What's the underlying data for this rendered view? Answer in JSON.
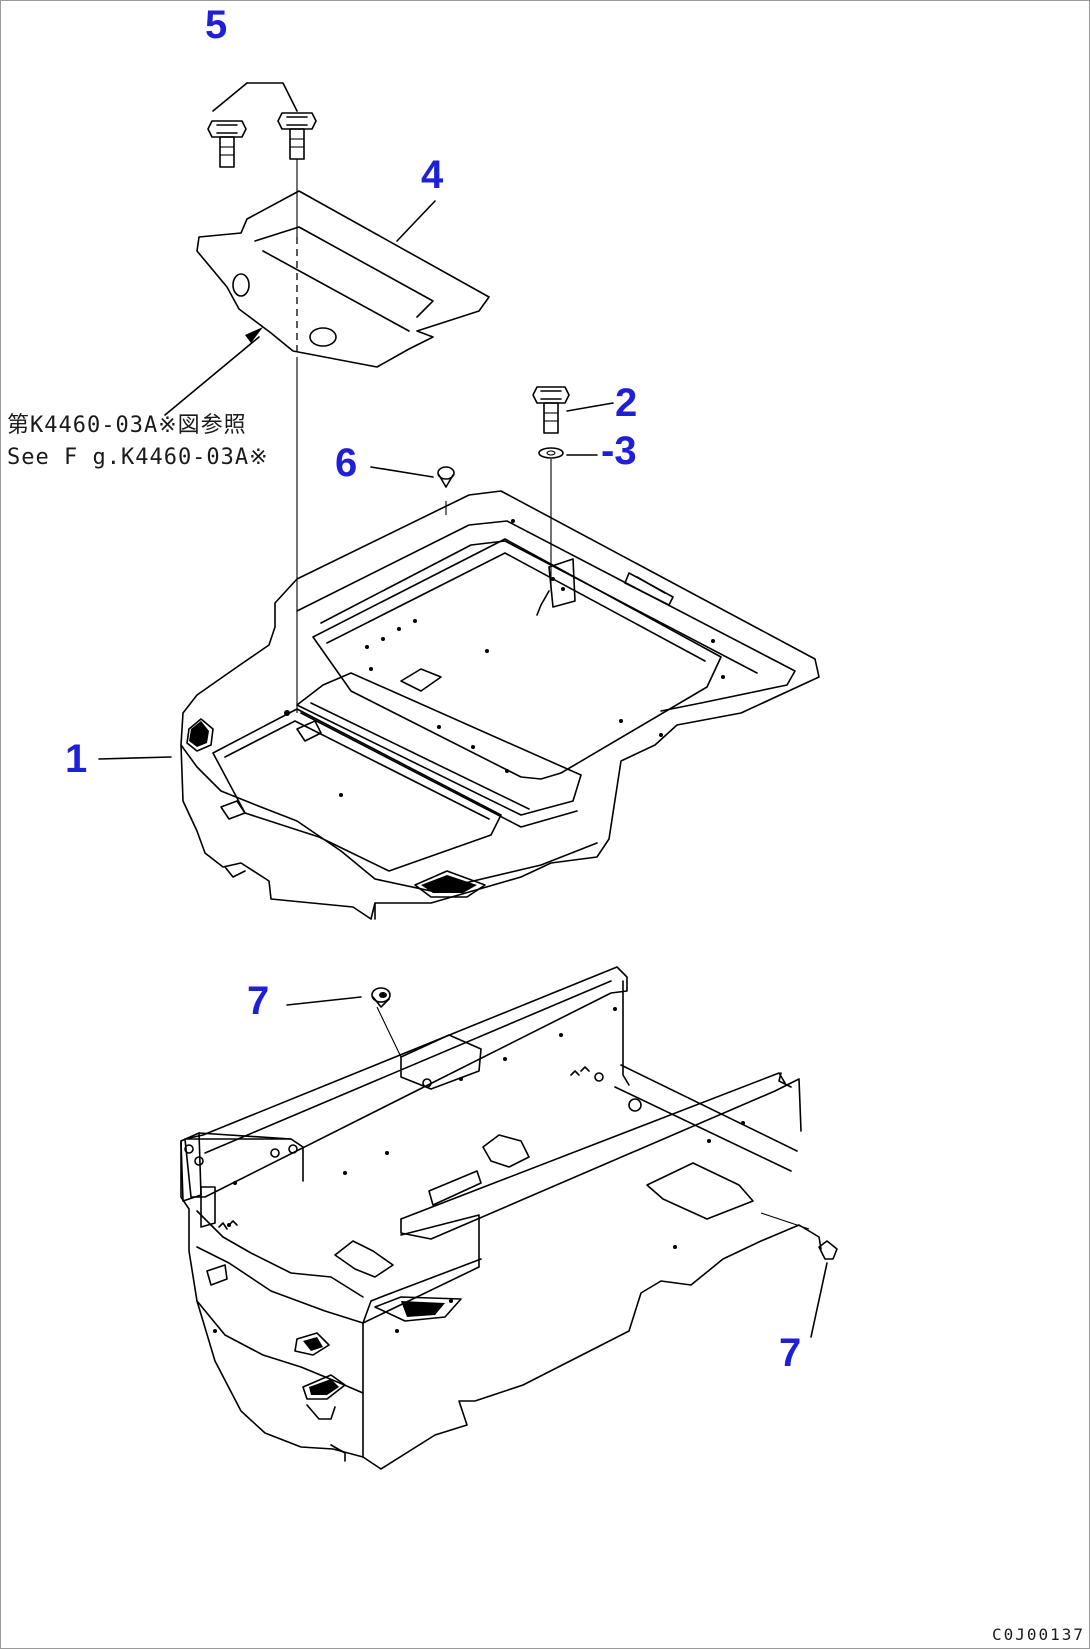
{
  "callouts": {
    "c1": "1",
    "c2": "2",
    "c3": "-3",
    "c4": "4",
    "c5": "5",
    "c6": "6",
    "c7a": "7",
    "c7b": "7"
  },
  "reference": {
    "line_jp": "第K4460-03A※図参照",
    "line_en": "See F g.K4460-03A※"
  },
  "drawing_code": "C0J00137"
}
